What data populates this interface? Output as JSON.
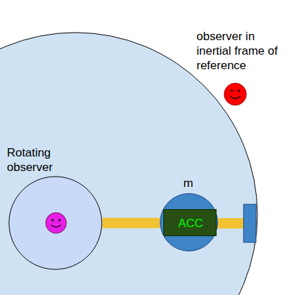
{
  "diagram": {
    "nodes": [
      {
        "text": [
          "Rotating observer"
        ]
      },
      {
        "text": [
          "m"
        ]
      },
      {
        "text": [
          "ACC"
        ],
        "in": 1
      }
    ],
    "edges": [
      {
        "from": 0,
        "to": 1,
        "arrow": "none"
      }
    ],
    "labels": [
      "observer in inertial frame of reference"
    ]
  }
}
